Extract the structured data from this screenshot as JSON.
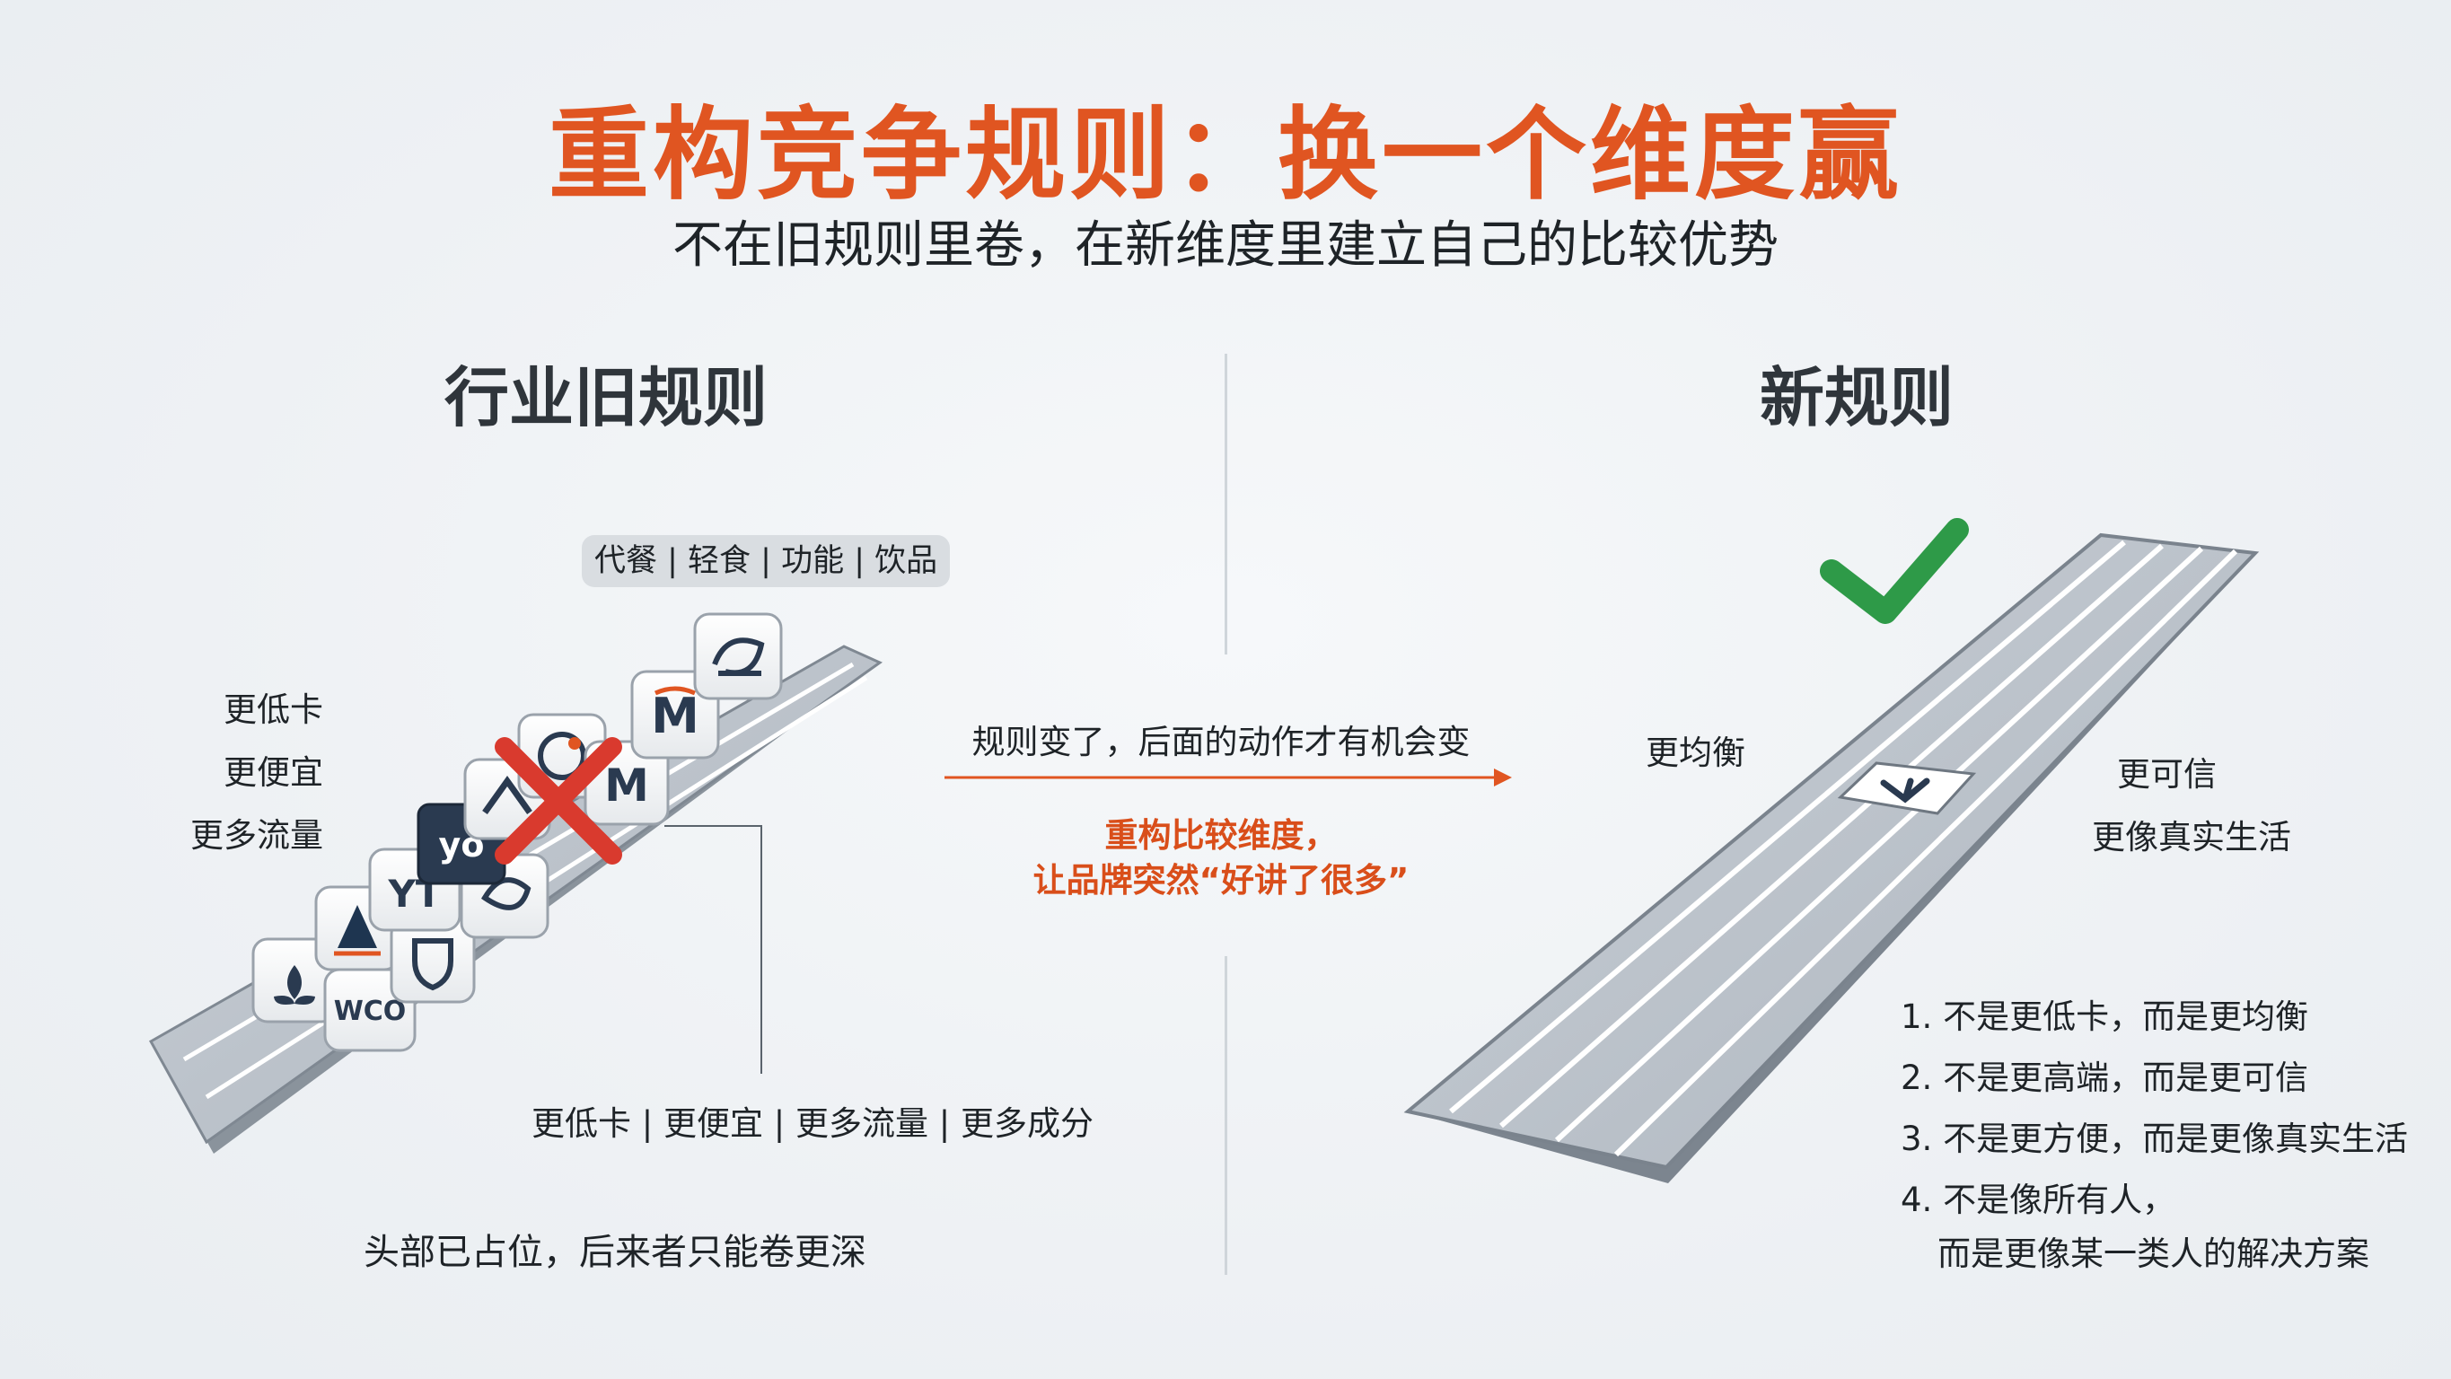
{
  "header": {
    "title": "重构竞争规则：换一个维度赢",
    "subtitle": "不在旧规则里卷，在新维度里建立自己的比较优势"
  },
  "left": {
    "heading": "行业旧规则",
    "category_pill": "代餐 | 轻食 | 功能 | 饮品",
    "tags": [
      "更低卡",
      "更便宜",
      "更多流量"
    ],
    "bottom_tags": "更低卡 | 更便宜 | 更多流量 | 更多成分",
    "caption": "头部已占位，后来者只能卷更深",
    "icons": [
      "leaf-icon",
      "wco-logo",
      "sail-icon",
      "shield-cup-icon",
      "yt-logo",
      "leaf-circle-icon",
      "yo-logo",
      "m-logo",
      "m-logo",
      "wave-icon"
    ]
  },
  "middle": {
    "arrow_text": "规则变了，后面的动作才有机会变",
    "highlight_line1": "重构比较维度，",
    "highlight_line2": "让品牌突然“好讲了很多”",
    "arrow_color": "#e05521"
  },
  "right": {
    "heading": "新规则",
    "label_left": "更均衡",
    "label_right1": "更可信",
    "label_right2": "更像真实生活",
    "list": [
      "1. 不是更低卡，而是更均衡",
      "2. 不是更高端，而是更可信",
      "3. 不是更方便，而是更像真实生活",
      "4. 不是像所有人，",
      "而是更像某一类人的解决方案"
    ],
    "check_color": "#2e9a48",
    "cross_color": "#d93a2e",
    "single_icon": "brand-icon"
  }
}
